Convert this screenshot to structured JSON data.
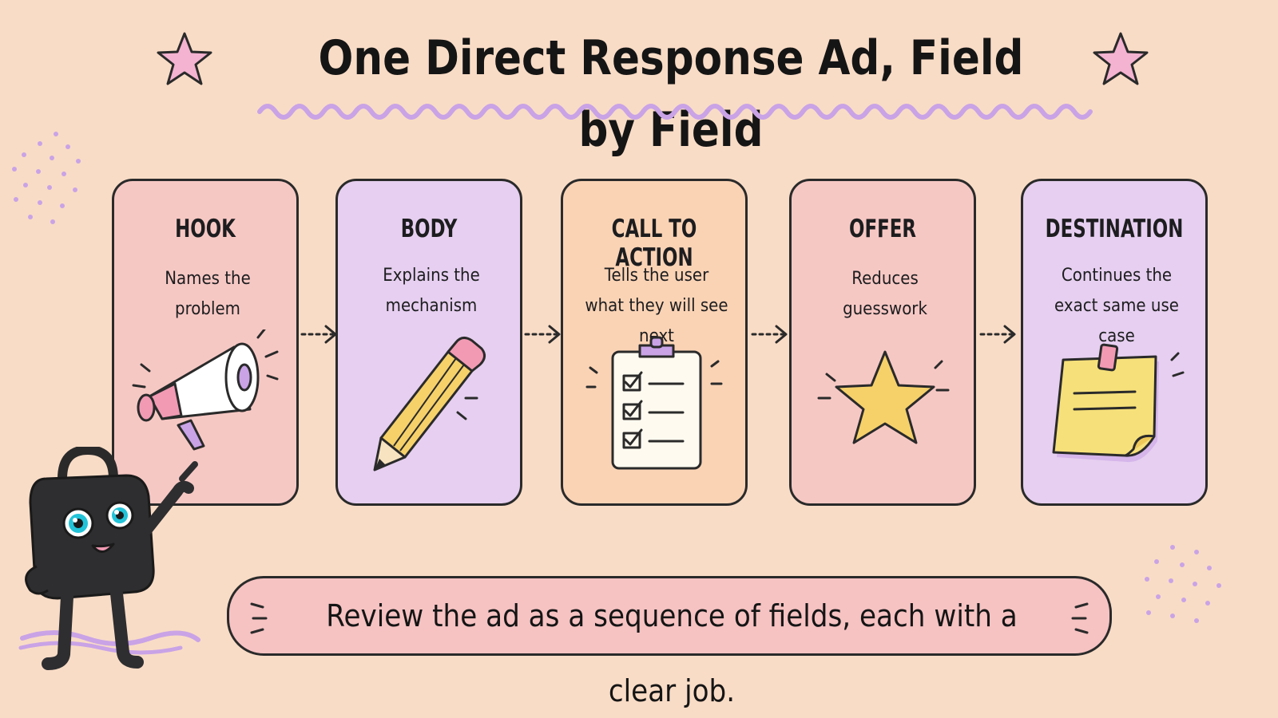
{
  "title": "One Direct Response Ad, Field by Field",
  "cards": [
    {
      "title": "HOOK",
      "description": "Names the problem",
      "icon": "megaphone-icon",
      "color": "#f6c8c4"
    },
    {
      "title": "BODY",
      "description": "Explains the mechanism",
      "icon": "pencil-icon",
      "color": "#e6cff0"
    },
    {
      "title": "CALL TO ACTION",
      "description": "Tells the user what they will see next",
      "icon": "clipboard-checklist-icon",
      "color": "#fad3b5"
    },
    {
      "title": "OFFER",
      "description": "Reduces guesswork",
      "icon": "star-icon",
      "color": "#f6c8c4"
    },
    {
      "title": "DESTINATION",
      "description": "Continues the exact same use case",
      "icon": "sticky-note-icon",
      "color": "#e6cff0"
    }
  ],
  "banner": {
    "text": "Review the ad as a sequence of fields, each with a clear job."
  },
  "colors": {
    "background": "#f9dcc6",
    "pink": "#f6c8c4",
    "purple": "#e6cff0",
    "peach": "#fad3b5",
    "accent_star": "#f4b3d0",
    "squiggle": "#c9a3e6",
    "outline": "#2a2a2a"
  }
}
